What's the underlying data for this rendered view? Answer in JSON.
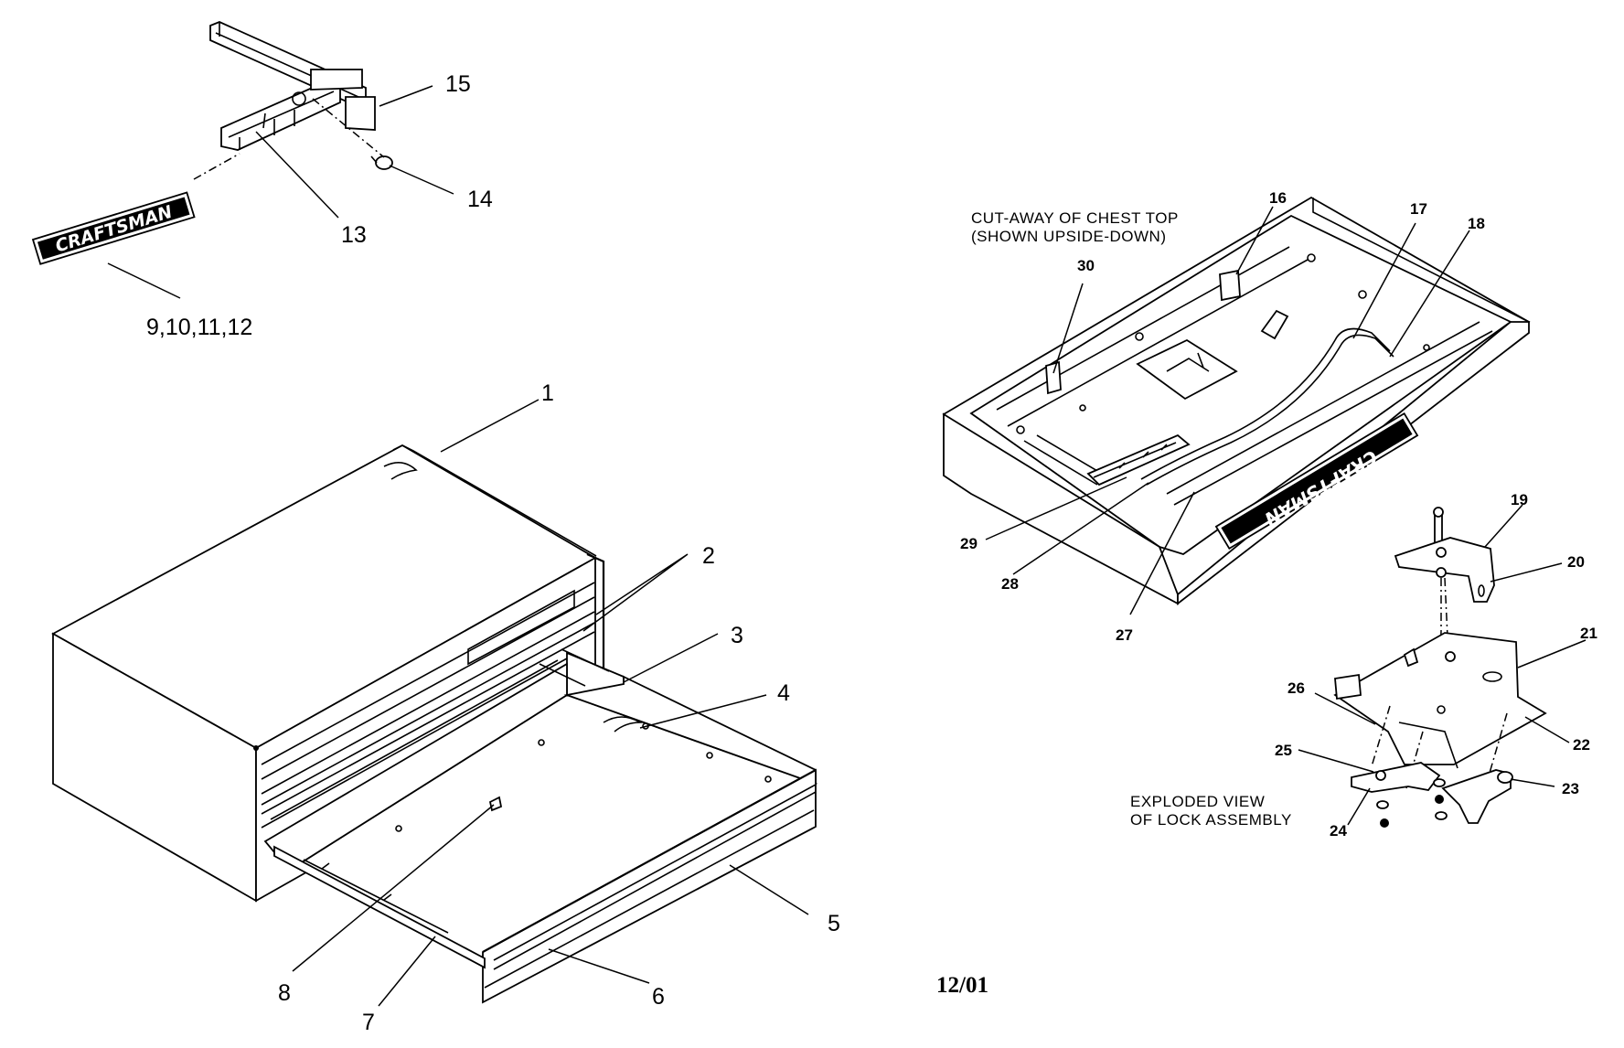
{
  "diagram": {
    "callouts": {
      "p1": "1",
      "p2": "2",
      "p3": "3",
      "p4": "4",
      "p5": "5",
      "p6": "6",
      "p7": "7",
      "p8": "8",
      "p9_12": "9,10,11,12",
      "p13": "13",
      "p14": "14",
      "p15": "15",
      "p16": "16",
      "p17": "17",
      "p18": "18",
      "p19": "19",
      "p20": "20",
      "p21": "21",
      "p22": "22",
      "p23": "23",
      "p24": "24",
      "p25": "25",
      "p26": "26",
      "p27": "27",
      "p28": "28",
      "p29": "29",
      "p30": "30"
    },
    "brand_plate_text": "CRAFTSMAN",
    "chest_top_caption": {
      "line1": "CUT-AWAY OF CHEST TOP",
      "line2": "(SHOWN UPSIDE-DOWN)"
    },
    "lock_caption": {
      "line1": "EXPLODED VIEW",
      "line2": "OF LOCK ASSEMBLY"
    },
    "date_code": "12/01"
  }
}
